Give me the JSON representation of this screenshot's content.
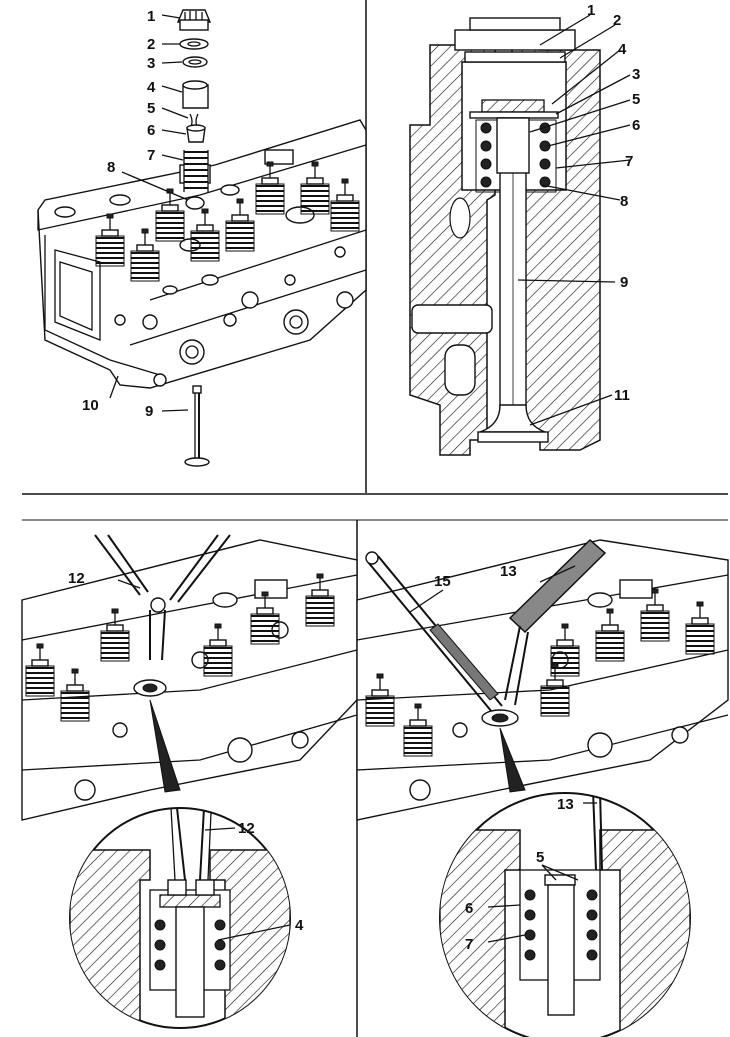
{
  "panels": {
    "exploded": {
      "labels": [
        "1",
        "2",
        "3",
        "4",
        "5",
        "6",
        "7",
        "8",
        "10",
        "9"
      ]
    },
    "section": {
      "labels": [
        "1",
        "2",
        "4",
        "3",
        "5",
        "6",
        "7",
        "8",
        "9",
        "11"
      ]
    },
    "removal": {
      "labels": [
        "12",
        "12",
        "4"
      ]
    },
    "installation": {
      "labels": [
        "15",
        "13",
        "13",
        "5",
        "6",
        "7"
      ]
    }
  },
  "colors": {
    "ink": "#111111",
    "paper": "#ffffff"
  }
}
